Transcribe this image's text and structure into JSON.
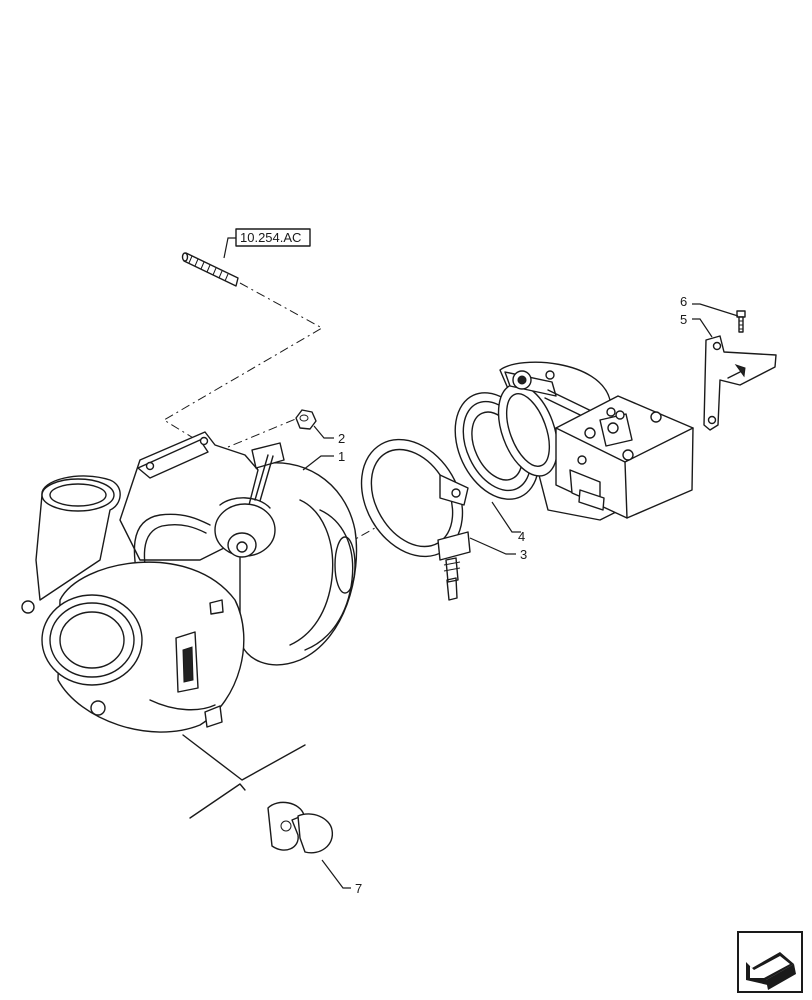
{
  "reference": {
    "label": "10.254.AC"
  },
  "callouts": [
    {
      "id": "1",
      "label": "1"
    },
    {
      "id": "2",
      "label": "2"
    },
    {
      "id": "3",
      "label": "3"
    },
    {
      "id": "4",
      "label": "4"
    },
    {
      "id": "5",
      "label": "5"
    },
    {
      "id": "6",
      "label": "6"
    },
    {
      "id": "7",
      "label": "7"
    }
  ],
  "navigation": {
    "icon": "arrow-back-icon"
  }
}
